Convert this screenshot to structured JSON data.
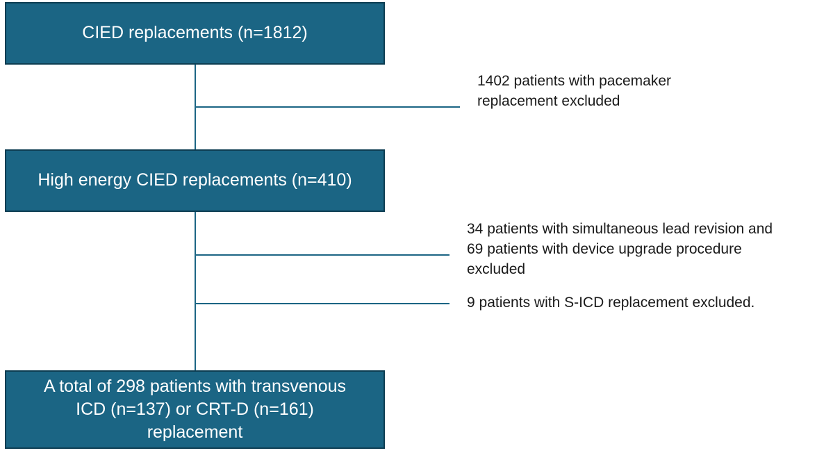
{
  "boxes": {
    "box1": "CIED replacements (n=1812)",
    "box2": "High energy CIED replacements (n=410)",
    "box3": "A total of 298 patients with transvenous\nICD (n=137) or CRT-D (n=161)\nreplacement"
  },
  "exclusions": {
    "note1": "1402 patients with pacemaker\nreplacement excluded",
    "note2": "34 patients with simultaneous lead revision and\n69 patients with device upgrade procedure\nexcluded",
    "note3": "9 patients with S-ICD replacement excluded."
  },
  "colors": {
    "box_fill": "#1b6584",
    "box_border": "#0d3d52",
    "connector": "#1b6584",
    "box_text": "#ffffff",
    "note_text": "#1a1a1a"
  }
}
